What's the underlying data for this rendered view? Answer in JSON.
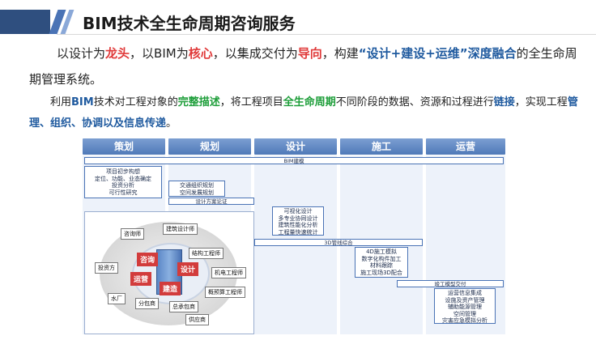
{
  "title": "BIM技术全生命周期咨询服务",
  "para1": {
    "t1": "以设计为",
    "h1": "龙头",
    "t2": "，以BIM为",
    "h2": "核心",
    "t3": "，以集成交付为",
    "h3": "导向",
    "t4": "，构建",
    "h4": "“设计+建设+运维”深度融合",
    "t5": "的全生命周期管理系统。"
  },
  "para2": {
    "t1": "利用",
    "h1": "BIM",
    "t2": "技术对工程对象的",
    "h2": "完整描述",
    "t3": "，将工程项目",
    "h3": "全生命周期",
    "t4": "不同阶段的数据、资源和过程进行",
    "h4": "链接",
    "t5": "，实现工程",
    "h5": "管理、组织、协调以及信息传递",
    "t6": "。"
  },
  "diagram": {
    "phases": [
      "策划",
      "规划",
      "设计",
      "施工",
      "运营"
    ],
    "bim_bar": "BIM建模",
    "planning_box": [
      "项目初步构想",
      "定位、功能、业态确定",
      "投资分析",
      "可行性研究"
    ],
    "traffic_box": [
      "交通组织规划",
      "空间发展规划"
    ],
    "scheme_bar": "设计方案论证",
    "design_box": [
      "可视化设计",
      "多专业协同设计",
      "建筑性能化分析",
      "工程量快速统计"
    ],
    "pipe_bar": "3D管线综合",
    "construction_box": [
      "4D施工模拟",
      "数字化构件加工",
      "材料跟踪",
      "施工现场3D配合"
    ],
    "handover_bar": "竣工模型交付",
    "ops_box": [
      "运营信息集成",
      "设施及资产管理",
      "辅助能源管理",
      "空间管理",
      "灾害应急模拟分析"
    ],
    "roles": [
      "咨询师",
      "建筑设计师",
      "结构工程师",
      "投资方",
      "机电工程师",
      "概预算工程师",
      "水厂",
      "分包商",
      "总承包商",
      "供应商"
    ],
    "segments": [
      "咨询",
      "设计",
      "运营",
      "建造"
    ]
  }
}
